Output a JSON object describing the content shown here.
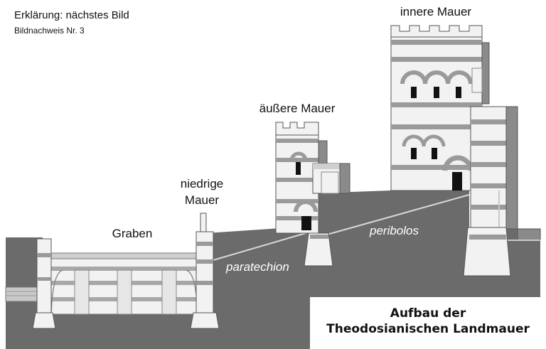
{
  "header": {
    "line1": "Erklärung: nächstes Bild",
    "line2": "Bildnachweis Nr.  3"
  },
  "labels": {
    "inner_wall": "innere Mauer",
    "outer_wall": "äußere Mauer",
    "low_wall_1": "niedrige",
    "low_wall_2": "Mauer",
    "moat": "Graben",
    "paratechion": "paratechion",
    "peribolos": "peribolos"
  },
  "title": {
    "line1": "Aufbau der",
    "line2": "Theodosianischen Landmauer"
  },
  "colors": {
    "ground": "#6b6b6b",
    "stone": "#f2f2f2",
    "band": "#9a9a9a",
    "outline": "#555555",
    "text": "#111111"
  }
}
